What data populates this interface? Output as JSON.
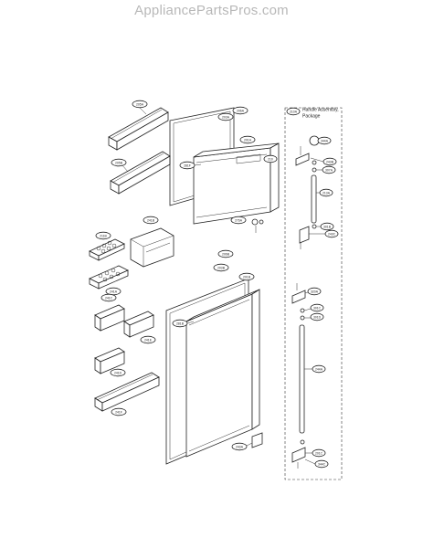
{
  "watermark": "AppliancePartsPros.com",
  "handle_box_title": [
    "Handle Assembly,",
    "Package"
  ],
  "callouts": {
    "c205A": "205A",
    "c205B": "205B",
    "c203A": "203A",
    "c206A": "206A",
    "c201A": "201A",
    "c281F": "281F",
    "c210": "210",
    "c211B": "211B",
    "c241B": "241B",
    "c276A": "276A",
    "c241A": "241A",
    "c203B": "203B",
    "c206B": "206B",
    "c201B": "201B",
    "c281B": "281B",
    "c241C": "241C",
    "c241E": "241E",
    "c241D": "241D",
    "c241F": "241F",
    "c243A": "243A",
    "c210A": "210A",
    "c344A": "344A",
    "c243B": "243B",
    "c307A": "307A",
    "c213A": "213A",
    "c301B": "301B",
    "c243C": "243C",
    "c320A": "320A",
    "c301C": "301C",
    "c301D": "301D",
    "c244A": "244A",
    "c201C": "201C",
    "c344C": "344C"
  }
}
